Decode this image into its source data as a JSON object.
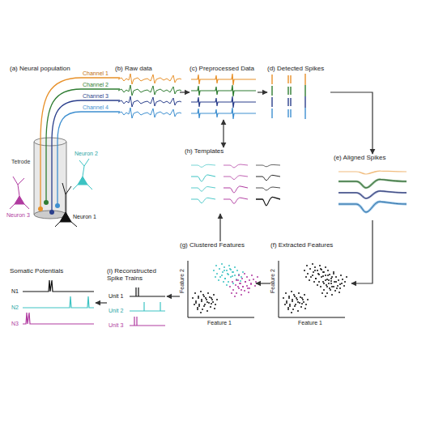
{
  "diagram": {
    "nodes": [
      {
        "text": [
          "(a) Neural population"
        ]
      },
      {
        "text": [
          "(b) Raw data"
        ]
      },
      {
        "text": [
          "(c) Preprocessed Data"
        ]
      },
      {
        "text": [
          "(d) Detected Spikes"
        ]
      },
      {
        "text": [
          "(e) Aligned Spikes"
        ]
      },
      {
        "text": [
          "(f) Extracted Features"
        ]
      },
      {
        "text": [
          "(g) Clustered Features"
        ]
      },
      {
        "text": [
          "(h) Templates"
        ]
      },
      {
        "text": [
          "(i) Reconstructed Spike Trains"
        ]
      },
      {
        "text": [
          "Somatic Potentials"
        ]
      }
    ],
    "edges": [
      {
        "from": 1,
        "to": 2,
        "arrow": "to"
      },
      {
        "from": 2,
        "to": 3,
        "arrow": "to"
      },
      {
        "from": 3,
        "to": 4,
        "arrow": "to"
      },
      {
        "from": 4,
        "to": 5,
        "arrow": "to"
      },
      {
        "from": 5,
        "to": 6,
        "arrow": "to"
      },
      {
        "from": 6,
        "to": 7,
        "arrow": "to"
      },
      {
        "from": 7,
        "to": 2,
        "arrow": "both"
      },
      {
        "from": 6,
        "to": 8,
        "arrow": "to"
      },
      {
        "from": 8,
        "to": 9,
        "arrow": "to"
      }
    ],
    "labels": [
      "Channel 1",
      "Channel 2",
      "Channel 3",
      "Channel 4",
      "Tetrode",
      "Neuron 3",
      "Neuron 2",
      "Neuron 1",
      "Feature 2",
      "Feature 1",
      "Feature 2",
      "Feature 1",
      "Unit 1",
      "Unit 2",
      "Unit 3",
      "N1",
      "N2",
      "N3"
    ]
  }
}
